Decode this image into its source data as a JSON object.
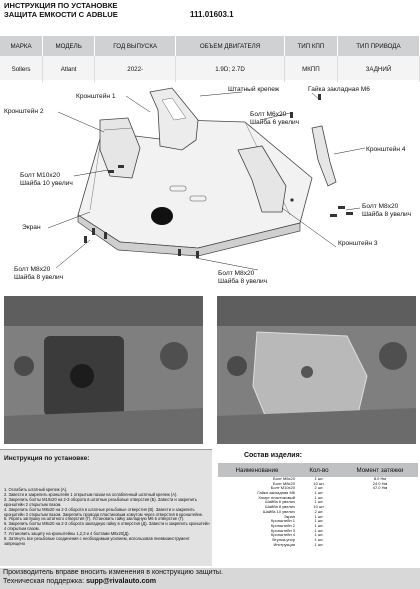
{
  "header": {
    "line1": "ИНСТРУКЦИЯ ПО УСТАНОВКЕ",
    "line2": "ЗАЩИТА ЕМКОСТИ С ADBLUE",
    "part_number": "111.01603.1"
  },
  "specs": {
    "columns": [
      "МАРКА",
      "МОДЕЛЬ",
      "ГОД ВЫПУСКА",
      "ОБЪЕМ ДВИГАТЕЛЯ",
      "ТИП КПП",
      "ТИП ПРИВОДА"
    ],
    "row": [
      "Sollers",
      "Atlant",
      "2022-",
      "1.9D; 2.7D",
      "МКПП",
      "ЗАДНИЙ"
    ]
  },
  "diagram": {
    "labels": {
      "bracket1": "Кронштейн 1",
      "stock_mount": "Штатный крепеж",
      "nut_m6": "Гайка закладная М6",
      "bracket2": "Кронштейн 2",
      "bolt_m6_l1": "Болт М6х20",
      "bolt_m6_l2": "Шайба 6 увелич",
      "bracket4": "Кронштейн 4",
      "bolt_m10_l1": "Болт М10х20",
      "bolt_m10_l2": "Шайба 10 увелич",
      "bolt_m8_r_l1": "Болт М8х20",
      "bolt_m8_r_l2": "Шайба 8 увелич",
      "screen": "Экран",
      "bracket3": "Кронштейн 3",
      "bolt_m8_bl_l1": "Болт М8х20",
      "bolt_m8_bl_l2": "Шайба 8 увелич",
      "bolt_m8_bm_l1": "Болт М8х20",
      "bolt_m8_bm_l2": "Шайба 8 увелич"
    }
  },
  "install": {
    "title": "Инструкция по установке:",
    "steps": [
      "1. Ослабить штатный крепеж (А).",
      "2. Завести и закрепить кронштейн 1 открытым пазом на ослабленный штатный крепеж (А).",
      "3. Закрепить болты М10х20 на 2-3 оборота в штатные резьбовые отверстия (Б). Завести и закрепить кронштейн 2 открытым пазом.",
      "4. Закрепить болты М8х20 на 2-3 оборота в штатные резьбовые отверстия (В). Завести и закрепить кронштейн 3 открытым пазом. Закрепить провода пластиковым хомутом через отверстия в кронштейне.",
      "5. Убрать заглушку из штатного отверстия (Г). Установить гайку закладную М6 в отверстие (Г).",
      "6. Закрепить болты М8х20 на 2-3 оборота закладную гайку в отверстия (Д). Завести и закрепить кронштейн 4 открытым пазом.",
      "7. Установить защиту на кронштейны 1,2,3 и 4 болтами М8х20(Д).",
      "8. Затянуть все резьбовые соединения с необходимым усилием, использовав пневмоинструмент запрещено"
    ]
  },
  "components": {
    "title": "Состав изделия:",
    "headers": [
      "Наименование",
      "Кол-во",
      "Момент затяжки"
    ],
    "rows": [
      [
        "Болт М6х20",
        "1 шт.",
        "8.0 Нм"
      ],
      [
        "Болт М8х20",
        "10 шт.",
        "24.0 Нм"
      ],
      [
        "Болт М10х20",
        "2 шт.",
        "47.0 Нм"
      ],
      [
        "Гайка закладная М6",
        "1 шт.",
        ""
      ],
      [
        "Хомут пластиковый",
        "1 шт.",
        ""
      ],
      [
        "Шайба 6 увелич",
        "1 шт.",
        ""
      ],
      [
        "Шайба 8 увелич",
        "10 шт.",
        ""
      ],
      [
        "Шайба 10 увелич",
        "2 шт.",
        ""
      ],
      [
        "Экран",
        "1 шт.",
        ""
      ],
      [
        "Кронштейн 1",
        "1 шт.",
        ""
      ],
      [
        "Кронштейн 2",
        "1 шт.",
        ""
      ],
      [
        "Кронштейн 3",
        "1 шт.",
        ""
      ],
      [
        "Кронштейн 4",
        "1 шт.",
        ""
      ],
      [
        "Втулка-упор",
        "1 шт.",
        ""
      ],
      [
        "Инструкция",
        "1 шт.",
        ""
      ]
    ]
  },
  "footer": {
    "line1": "Производитель вправе вносить изменения в конструкцию защиты.",
    "support_label": "Техническая поддержка:",
    "support_email": "supp@rivalauto.com"
  }
}
